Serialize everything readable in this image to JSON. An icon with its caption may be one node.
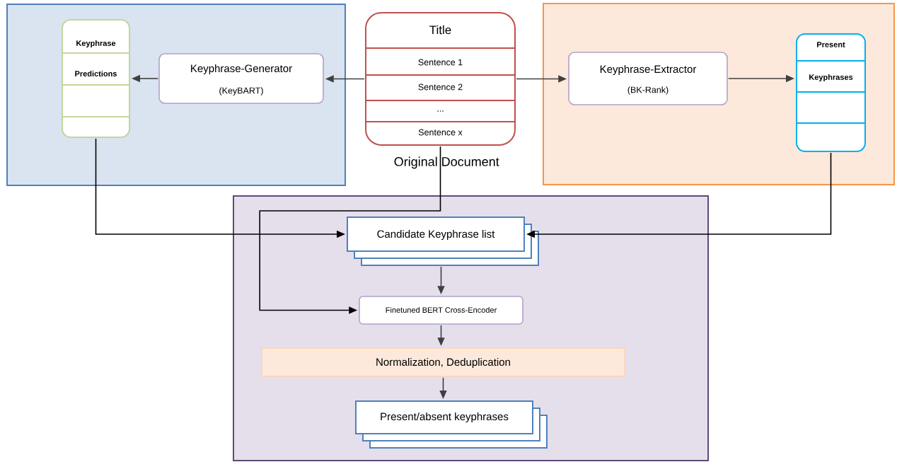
{
  "diagram": {
    "nodes": [
      {
        "text": [],
        "shape": "box"
      },
      {
        "text": [
          "Keyphrase",
          "Predictions"
        ],
        "in": 0
      },
      {
        "text": [
          "Keyphrase-Generator",
          "(KeyBART)"
        ],
        "in": 0
      },
      {
        "text": [
          "Title",
          "Sentence 1",
          "Sentence 2",
          "...",
          "Sentence x"
        ],
        "beside": [
          "Original Document"
        ]
      },
      {
        "text": [],
        "shape": "box"
      },
      {
        "text": [
          "Keyphrase-Extractor",
          "(BK-Rank)"
        ],
        "in": 4
      },
      {
        "text": [
          "Present",
          "Keyphrases"
        ],
        "in": 4
      },
      {
        "text": [],
        "shape": "box"
      },
      {
        "text": [
          "Candidate Keyphrase list"
        ],
        "in": 7
      },
      {
        "text": [
          "Finetuned BERT Cross-Encoder"
        ],
        "in": 7
      },
      {
        "text": [
          "Normalization, Deduplication"
        ],
        "in": 7
      },
      {
        "text": [
          "Present/absent keyphrases"
        ],
        "in": 7
      }
    ],
    "edges": [
      {
        "from": 3,
        "to": 2,
        "arrow": "to"
      },
      {
        "from": 2,
        "to": 1,
        "arrow": "to"
      },
      {
        "from": 3,
        "to": 5,
        "arrow": "to"
      },
      {
        "from": 5,
        "to": 6,
        "arrow": "to"
      },
      {
        "from": 1,
        "to": 8,
        "arrow": "to",
        "color": "#000000"
      },
      {
        "from": 6,
        "to": 8,
        "arrow": "to",
        "color": "#000000"
      },
      {
        "from": 3,
        "to": 9,
        "arrow": "to",
        "color": "#000000"
      },
      {
        "from": 8,
        "to": 9,
        "arrow": "to"
      },
      {
        "from": 9,
        "to": 10,
        "arrow": "to"
      },
      {
        "from": 10,
        "to": 11,
        "arrow": "to"
      }
    ]
  }
}
